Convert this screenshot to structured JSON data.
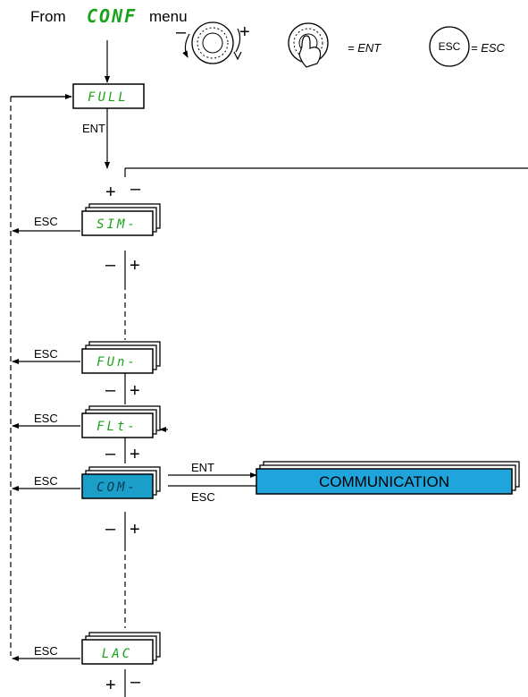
{
  "header": {
    "from_prefix": "From",
    "menu_code": "CONF",
    "menu_suffix": "menu",
    "knob_minus": "–",
    "knob_plus": "+",
    "ent_equals": "= ENT",
    "esc_key": "ESC",
    "esc_equals": "= ESC"
  },
  "menus": {
    "full": "FULL",
    "sim": "SIM-",
    "fun": "FUn-",
    "flt": "FLt-",
    "com": "COM-",
    "lac": "LAC"
  },
  "labels": {
    "ent": "ENT",
    "esc": "ESC",
    "plus": "+",
    "minus": "–",
    "communication": "COMMUNICATION"
  },
  "colors": {
    "segment_green": "#1aa31a",
    "highlight_blue": "#1fa5dc",
    "com_box": "#1b9ec8"
  }
}
